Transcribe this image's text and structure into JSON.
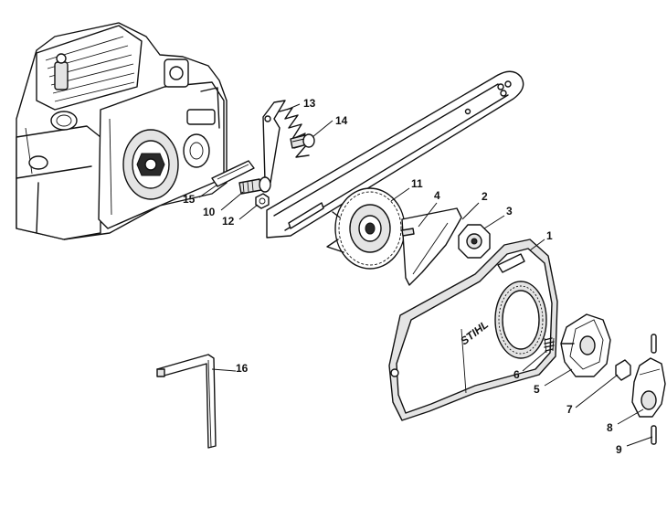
{
  "labels": {
    "p1": "1",
    "p2": "2",
    "p3": "3",
    "p4": "4",
    "p5": "5",
    "p6": "6",
    "p7": "7",
    "p8": "8",
    "p9": "9",
    "p10": "10",
    "p11": "11",
    "p12": "12",
    "p13": "13",
    "p14": "14",
    "p15": "15",
    "p16": "16"
  },
  "brand": "STIHL"
}
